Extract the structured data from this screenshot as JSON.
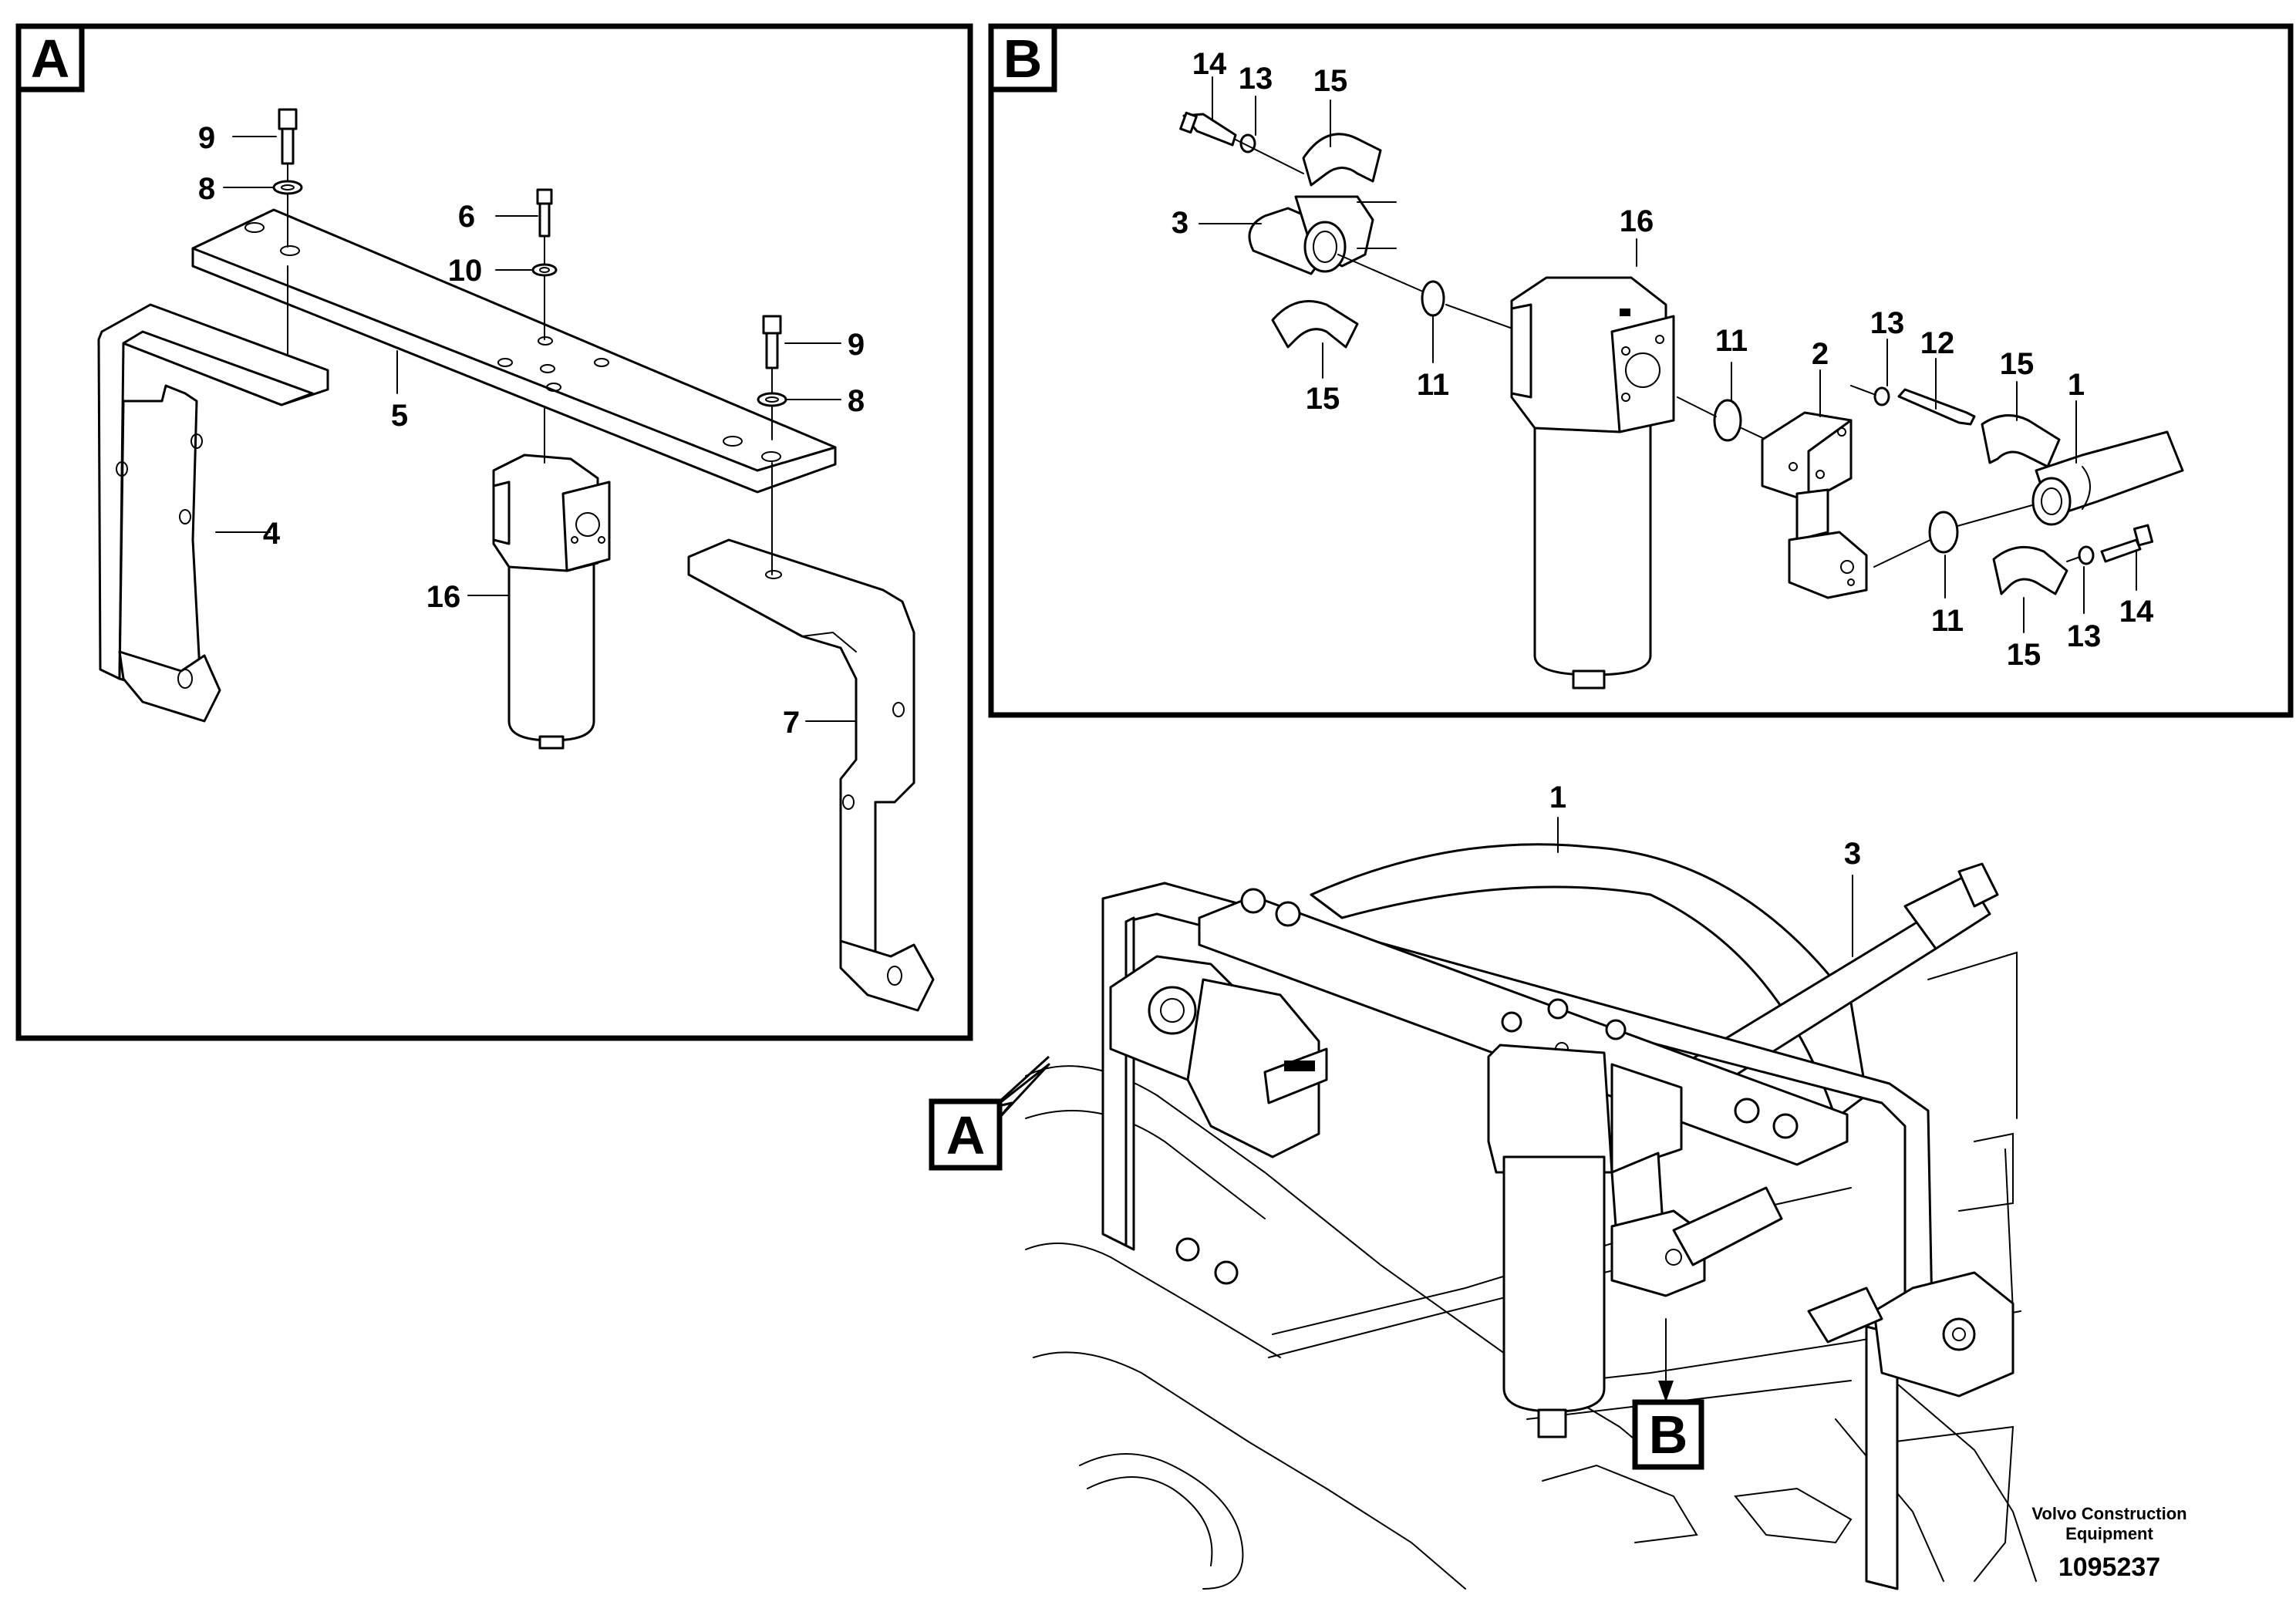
{
  "view_a": {
    "letter": "A",
    "labels": {
      "l9a": "9",
      "l8a": "8",
      "l6": "6",
      "l10": "10",
      "l5": "5",
      "l9b": "9",
      "l8b": "8",
      "l4": "4",
      "l16": "16",
      "l7": "7"
    }
  },
  "view_b": {
    "letter": "B",
    "labels": {
      "l14a": "14",
      "l13a": "13",
      "l15a": "15",
      "l3": "3",
      "l15b": "15",
      "l11a": "11",
      "l16": "16",
      "l11b": "11",
      "l2": "2",
      "l13b": "13",
      "l12": "12",
      "l15c": "15",
      "l1": "1",
      "l11c": "11",
      "l15d": "15",
      "l13c": "13",
      "l14b": "14"
    }
  },
  "overview": {
    "labels": {
      "l1": "1",
      "l3": "3"
    },
    "callout_a": "A",
    "callout_b": "B"
  },
  "footer": {
    "company_line1": "Volvo Construction",
    "company_line2": "Equipment",
    "doc_number": "1095237"
  }
}
